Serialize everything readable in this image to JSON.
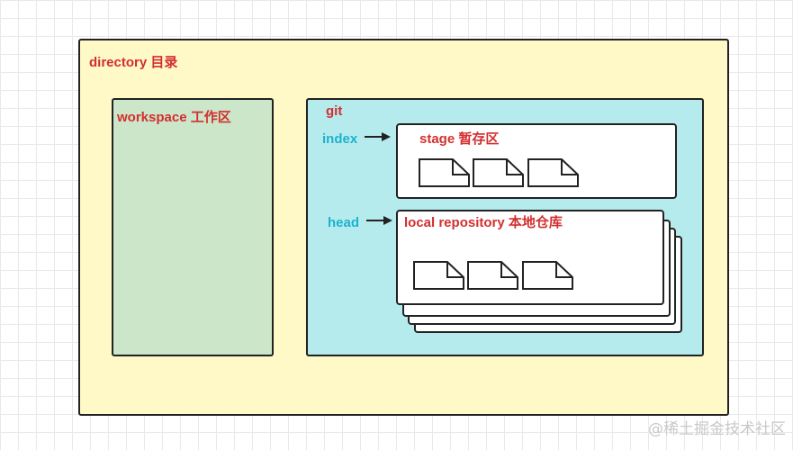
{
  "directory": {
    "label": "directory 目录",
    "color": "#fff8c7"
  },
  "workspace": {
    "label": "workspace 工作区",
    "color": "#cbe6c9"
  },
  "git": {
    "label": "git",
    "color": "#b6ebee",
    "index_label": "index",
    "head_label": "head",
    "stage": {
      "label": "stage 暂存区",
      "files": 3
    },
    "local_repository": {
      "label": "local repository 本地仓库",
      "files": 3,
      "stacked_layers": 4
    }
  },
  "watermark": "@稀土掘金技术社区",
  "colors": {
    "label_red": "#d32f2f",
    "label_cyan": "#1ab3cf"
  },
  "icons": [
    "document-icon",
    "arrow-right-icon"
  ]
}
